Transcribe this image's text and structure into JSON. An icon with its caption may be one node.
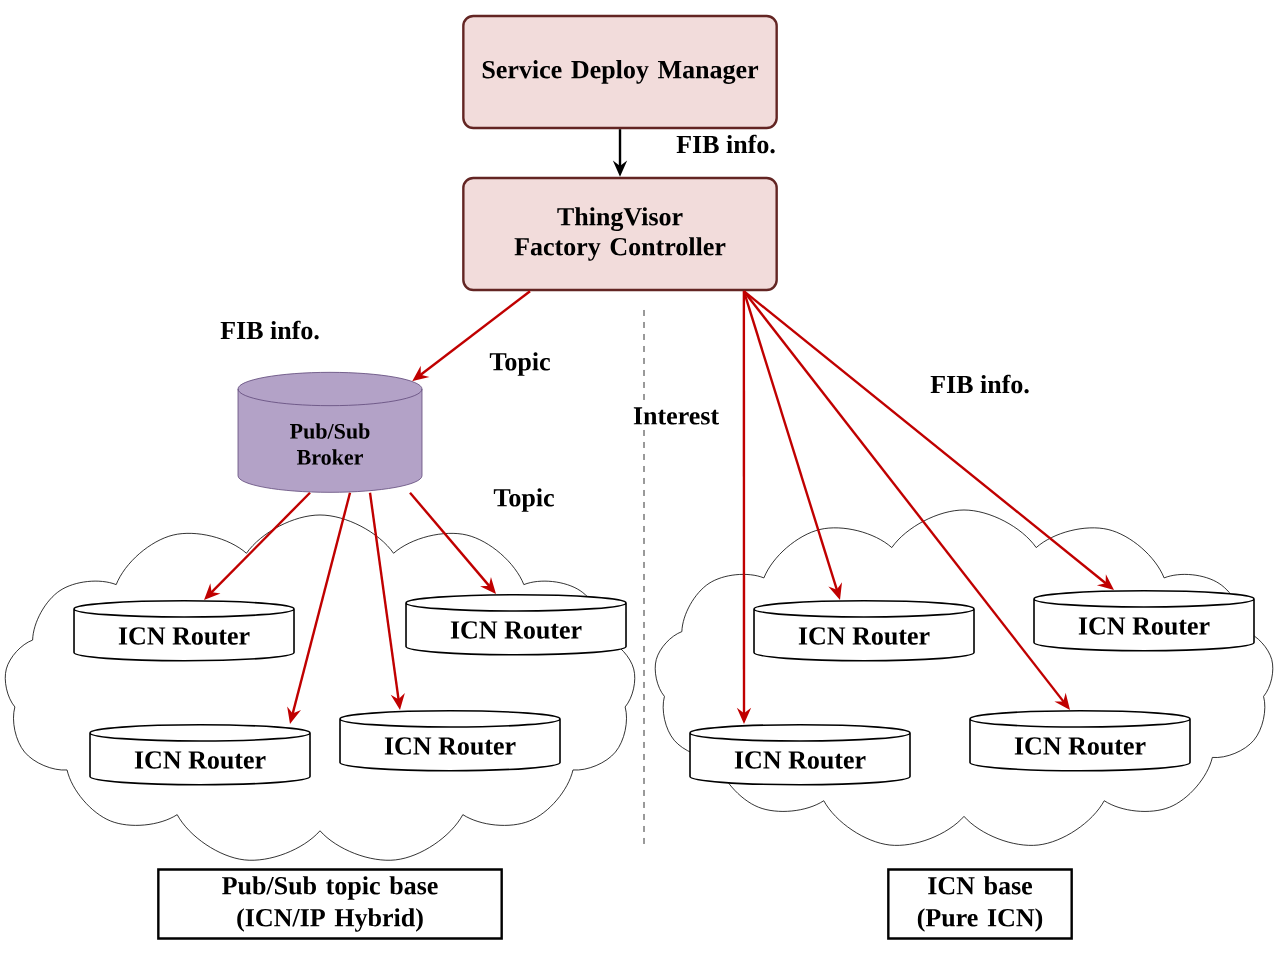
{
  "diagram": {
    "nodes": [
      {
        "text": [
          "Service Deploy Manager"
        ]
      },
      {
        "text": [
          "ThingVisor Factory Controller"
        ]
      },
      {
        "text": [
          "Pub/Sub Broker"
        ]
      },
      {
        "text": [],
        "shape": "cloud"
      },
      {
        "text": [
          "ICN Router"
        ],
        "in": 3
      },
      {
        "text": [
          "ICN Router"
        ],
        "in": 3
      },
      {
        "text": [
          "ICN Router"
        ],
        "in": 3
      },
      {
        "text": [
          "ICN Router"
        ],
        "in": 3
      },
      {
        "text": [],
        "shape": "cloud"
      },
      {
        "text": [
          "ICN Router"
        ],
        "in": 8
      },
      {
        "text": [
          "ICN Router"
        ],
        "in": 8
      },
      {
        "text": [
          "ICN Router"
        ],
        "in": 8
      },
      {
        "text": [
          "ICN Router"
        ],
        "in": 8
      },
      {
        "text": [
          "Pub/Sub topic base (ICN/IP Hybrid)"
        ]
      },
      {
        "text": [
          "ICN base (Pure ICN)"
        ]
      }
    ],
    "edges": [
      {
        "from": 0,
        "to": 1,
        "arrow": "to",
        "label": "FIB info.",
        "color": "#000000"
      },
      {
        "from": 1,
        "to": 2,
        "arrow": "to",
        "label": "Topic"
      },
      {
        "from": 2,
        "to": 4,
        "arrow": "to"
      },
      {
        "from": 2,
        "to": 6,
        "arrow": "to"
      },
      {
        "from": 2,
        "to": 7,
        "arrow": "to"
      },
      {
        "from": 2,
        "to": 5,
        "arrow": "to",
        "label": "Topic"
      },
      {
        "from": 1,
        "to": 11,
        "arrow": "to",
        "label": "Interest"
      },
      {
        "from": 1,
        "to": 9,
        "arrow": "to"
      },
      {
        "from": 1,
        "to": 12,
        "arrow": "to"
      },
      {
        "from": 1,
        "to": 10,
        "arrow": "to",
        "label": "FIB info."
      }
    ],
    "labels": [
      "FIB info."
    ]
  }
}
